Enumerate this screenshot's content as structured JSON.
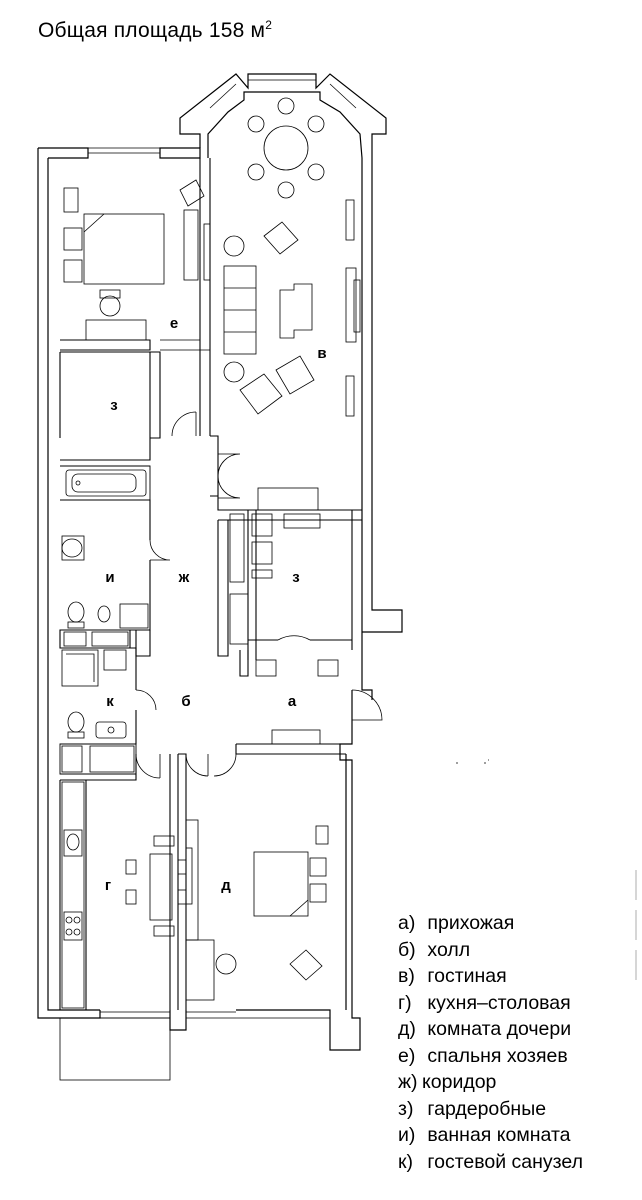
{
  "title": {
    "text": "Общая площадь 158",
    "unit": "м",
    "unit_power": "2"
  },
  "rooms": {
    "a": "а",
    "b": "б",
    "v": "в",
    "g": "г",
    "d": "д",
    "e": "е",
    "zh": "ж",
    "z1": "з",
    "z2": "з",
    "i": "и",
    "k": "к"
  },
  "legend": [
    {
      "key": "а)",
      "label": "прихожая"
    },
    {
      "key": "б)",
      "label": "холл"
    },
    {
      "key": "в)",
      "label": "гостиная"
    },
    {
      "key": "г)",
      "label": "кухня–столовая"
    },
    {
      "key": "д)",
      "label": "комната дочери"
    },
    {
      "key": "е)",
      "label": "спальня хозяев"
    },
    {
      "key": "ж)",
      "label": "коридор"
    },
    {
      "key": "з)",
      "label": "гардеробные"
    },
    {
      "key": "и)",
      "label": "ванная комната"
    },
    {
      "key": "к)",
      "label": "гостевой санузел"
    }
  ]
}
